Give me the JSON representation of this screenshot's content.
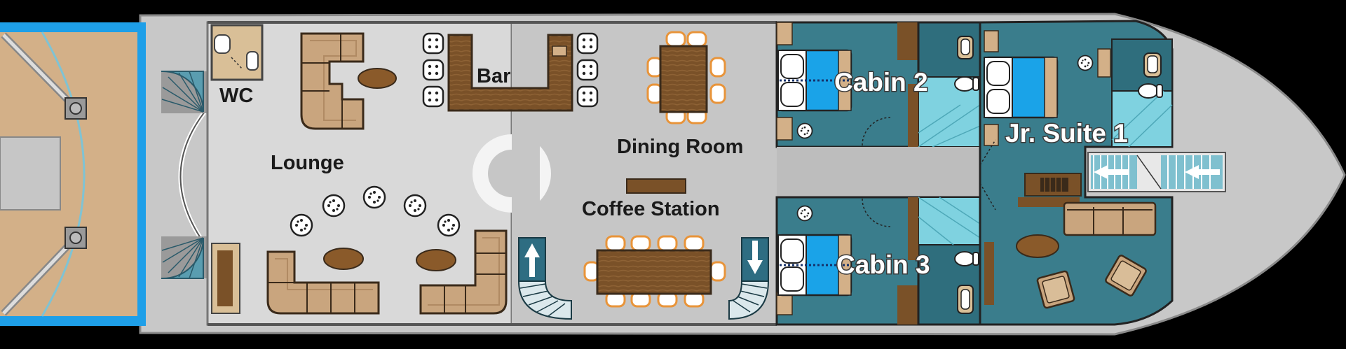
{
  "labels": {
    "wc": "WC",
    "bar": "Bar",
    "lounge": "Lounge",
    "dining_room": "Dining Room",
    "coffee_station": "Coffee Station",
    "cabin_2": "Cabin 2",
    "cabin_3": "Cabin 3",
    "jr_suite_1": "Jr. Suite 1"
  },
  "colors": {
    "background": "#000000",
    "hull": "#c8c8c8",
    "deck_floor": "#d9d9d9",
    "dining_floor": "#c6c6c6",
    "cabin_floor": "#3a7d8c",
    "bath_floor": "#2f6e7d",
    "shower": "#7fd2e0",
    "bed_blue": "#1aa3e8",
    "wood": "#7a5128",
    "sofa": "#c9a57e",
    "chair": "#e8943a",
    "bow_deck": "#d3b088",
    "bow_rail": "#1e9fe8",
    "wc_floor": "#d9bf97"
  },
  "icons": [
    "arrow-up-icon",
    "arrow-down-icon",
    "arrow-left-icon",
    "bed-icon",
    "toilet-icon",
    "stool-icon",
    "anchor-icon"
  ]
}
